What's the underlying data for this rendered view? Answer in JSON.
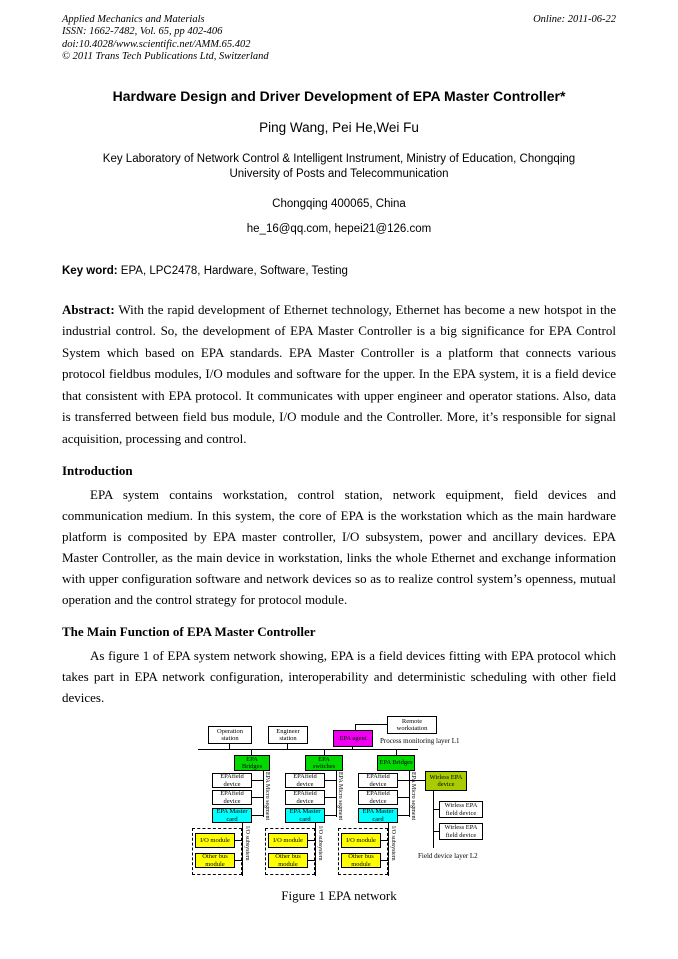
{
  "header": {
    "journal": "Applied Mechanics and Materials",
    "issn": "ISSN: 1662-7482, Vol. 65, pp 402-406",
    "doi": "doi:10.4028/www.scientific.net/AMM.65.402",
    "copyright": "© 2011 Trans Tech Publications Ltd, Switzerland",
    "online": "Online: 2011-06-22"
  },
  "title": "Hardware Design and Driver Development of EPA Master Controller*",
  "authors": "Ping Wang, Pei He,Wei Fu",
  "affiliation": {
    "line1": "Key Laboratory of Network Control & Intelligent Instrument, Ministry of Education, Chongqing",
    "line2": "University of Posts and Telecommunication"
  },
  "address": "Chongqing 400065, China",
  "emails": "he_16@qq.com, hepei21@126.com",
  "keywords": {
    "label": "Key word:",
    "value": "EPA, LPC2478, Hardware, Software, Testing"
  },
  "abstract": {
    "label": "Abstract:",
    "text": "With the rapid development of Ethernet technology, Ethernet has become a new hotspot in the industrial control. So, the development of EPA Master Controller is a big significance for EPA Control System which based on EPA standards. EPA Master Controller is a platform that connects various protocol fieldbus modules, I/O modules and software for the upper. In the EPA system, it is a field device that consistent with EPA protocol. It communicates with upper engineer and operator stations. Also, data is transferred between field bus module, I/O module and the Controller. More, it’s responsible for signal acquisition, processing and control."
  },
  "sections": [
    {
      "heading": "Introduction",
      "paragraphs": [
        "EPA system contains workstation, control station, network equipment, field devices and communication medium. In this system, the core of EPA is the workstation which as the main hardware platform is composited by EPA master controller, I/O subsystem, power and ancillary devices. EPA Master Controller, as the main device in workstation, links the whole Ethernet and exchange information with upper configuration software and network devices so as to realize control system’s openness, mutual operation and the control strategy for protocol module."
      ]
    },
    {
      "heading": "The Main Function of EPA Master Controller",
      "paragraphs": [
        "As figure 1 of EPA system network showing, EPA is a field devices fitting with EPA protocol which takes part in EPA network configuration, interoperability and deterministic scheduling with other field devices."
      ]
    }
  ],
  "figure": {
    "caption": "Figure 1 EPA network",
    "labels": {
      "operation_station": "Operation station",
      "engineer_station": "Engineer station",
      "epa_agent": "EPA agent",
      "remote_workstation": "Remote workstation",
      "layer1": "Process monitoring layer L1",
      "epa_bridges": "EPA Bridges",
      "epa_switches": "EPA switches",
      "epa_field_device": "EPAfield device",
      "epa_micro_segment": "EPA Micro segment",
      "epa_master_card": "EPA Master card",
      "io_module": "I/O module",
      "other_bus_module": "Other bus module",
      "io_subsystem": "I/O subsystem",
      "wirless_epa_device": "Wirless EPA device",
      "wirless_epa_field_device": "Wirless EPA field device",
      "layer2": "Field device layer L2"
    },
    "colors": {
      "epa_agent": "#f000f0",
      "bridges_switches": "#00d800",
      "master_card": "#00ffff",
      "modules": "#ffff00",
      "wireless_device": "#a8cc00"
    }
  }
}
